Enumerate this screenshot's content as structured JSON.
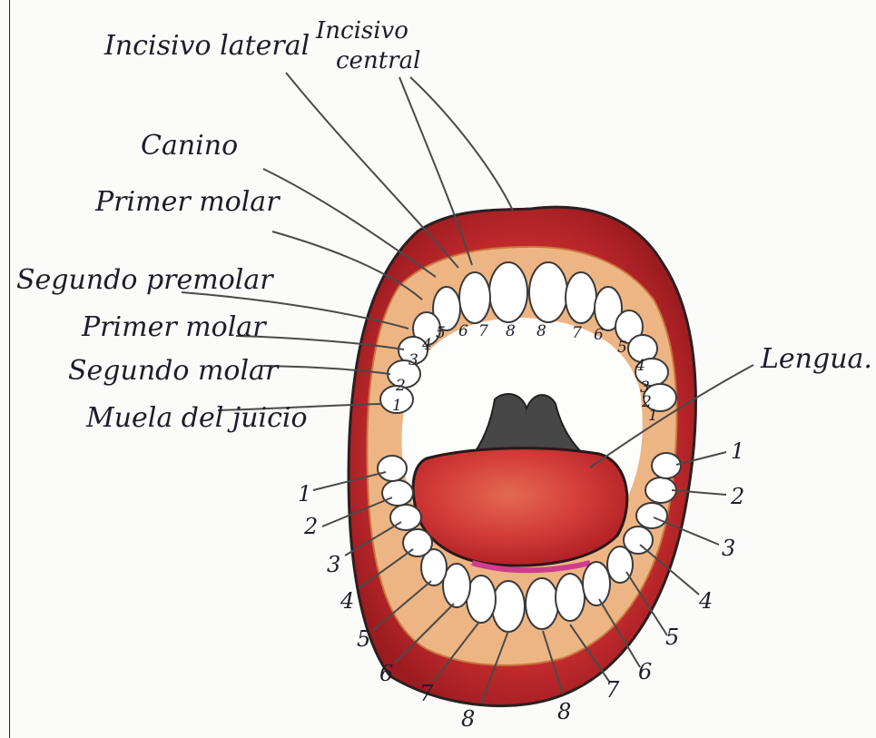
{
  "labels": {
    "incisivo_lateral": "Incisivo lateral",
    "incisivo_central_1": "Incisivo",
    "incisivo_central_2": "central",
    "canino": "Canino",
    "primer_molar_top": "Primer molar",
    "segundo_premolar": "Segundo premolar",
    "primer_molar": "Primer molar",
    "segundo_molar": "Segundo molar",
    "muela_del_juicio": "Muela del juicio",
    "lengua": "Lengua."
  },
  "lower_left_numbers": [
    "1",
    "2",
    "3",
    "4",
    "5",
    "6",
    "7",
    "8"
  ],
  "lower_right_numbers": [
    "1",
    "2",
    "3",
    "4",
    "5",
    "6",
    "7",
    "8"
  ],
  "upper_tooth_numbers": [
    "1",
    "2",
    "3",
    "4",
    "5",
    "6",
    "7",
    "8",
    "8",
    "7",
    "6",
    "5",
    "4",
    "3",
    "2",
    "1"
  ],
  "colors": {
    "lip": "#c8252a",
    "lip_dark": "#8f1a1f",
    "gum": "#e9a25f",
    "tongue": "#d2383a",
    "throat": "#3c3c3c",
    "tooth": "#ffffff",
    "ink": "#1d1d2a"
  }
}
